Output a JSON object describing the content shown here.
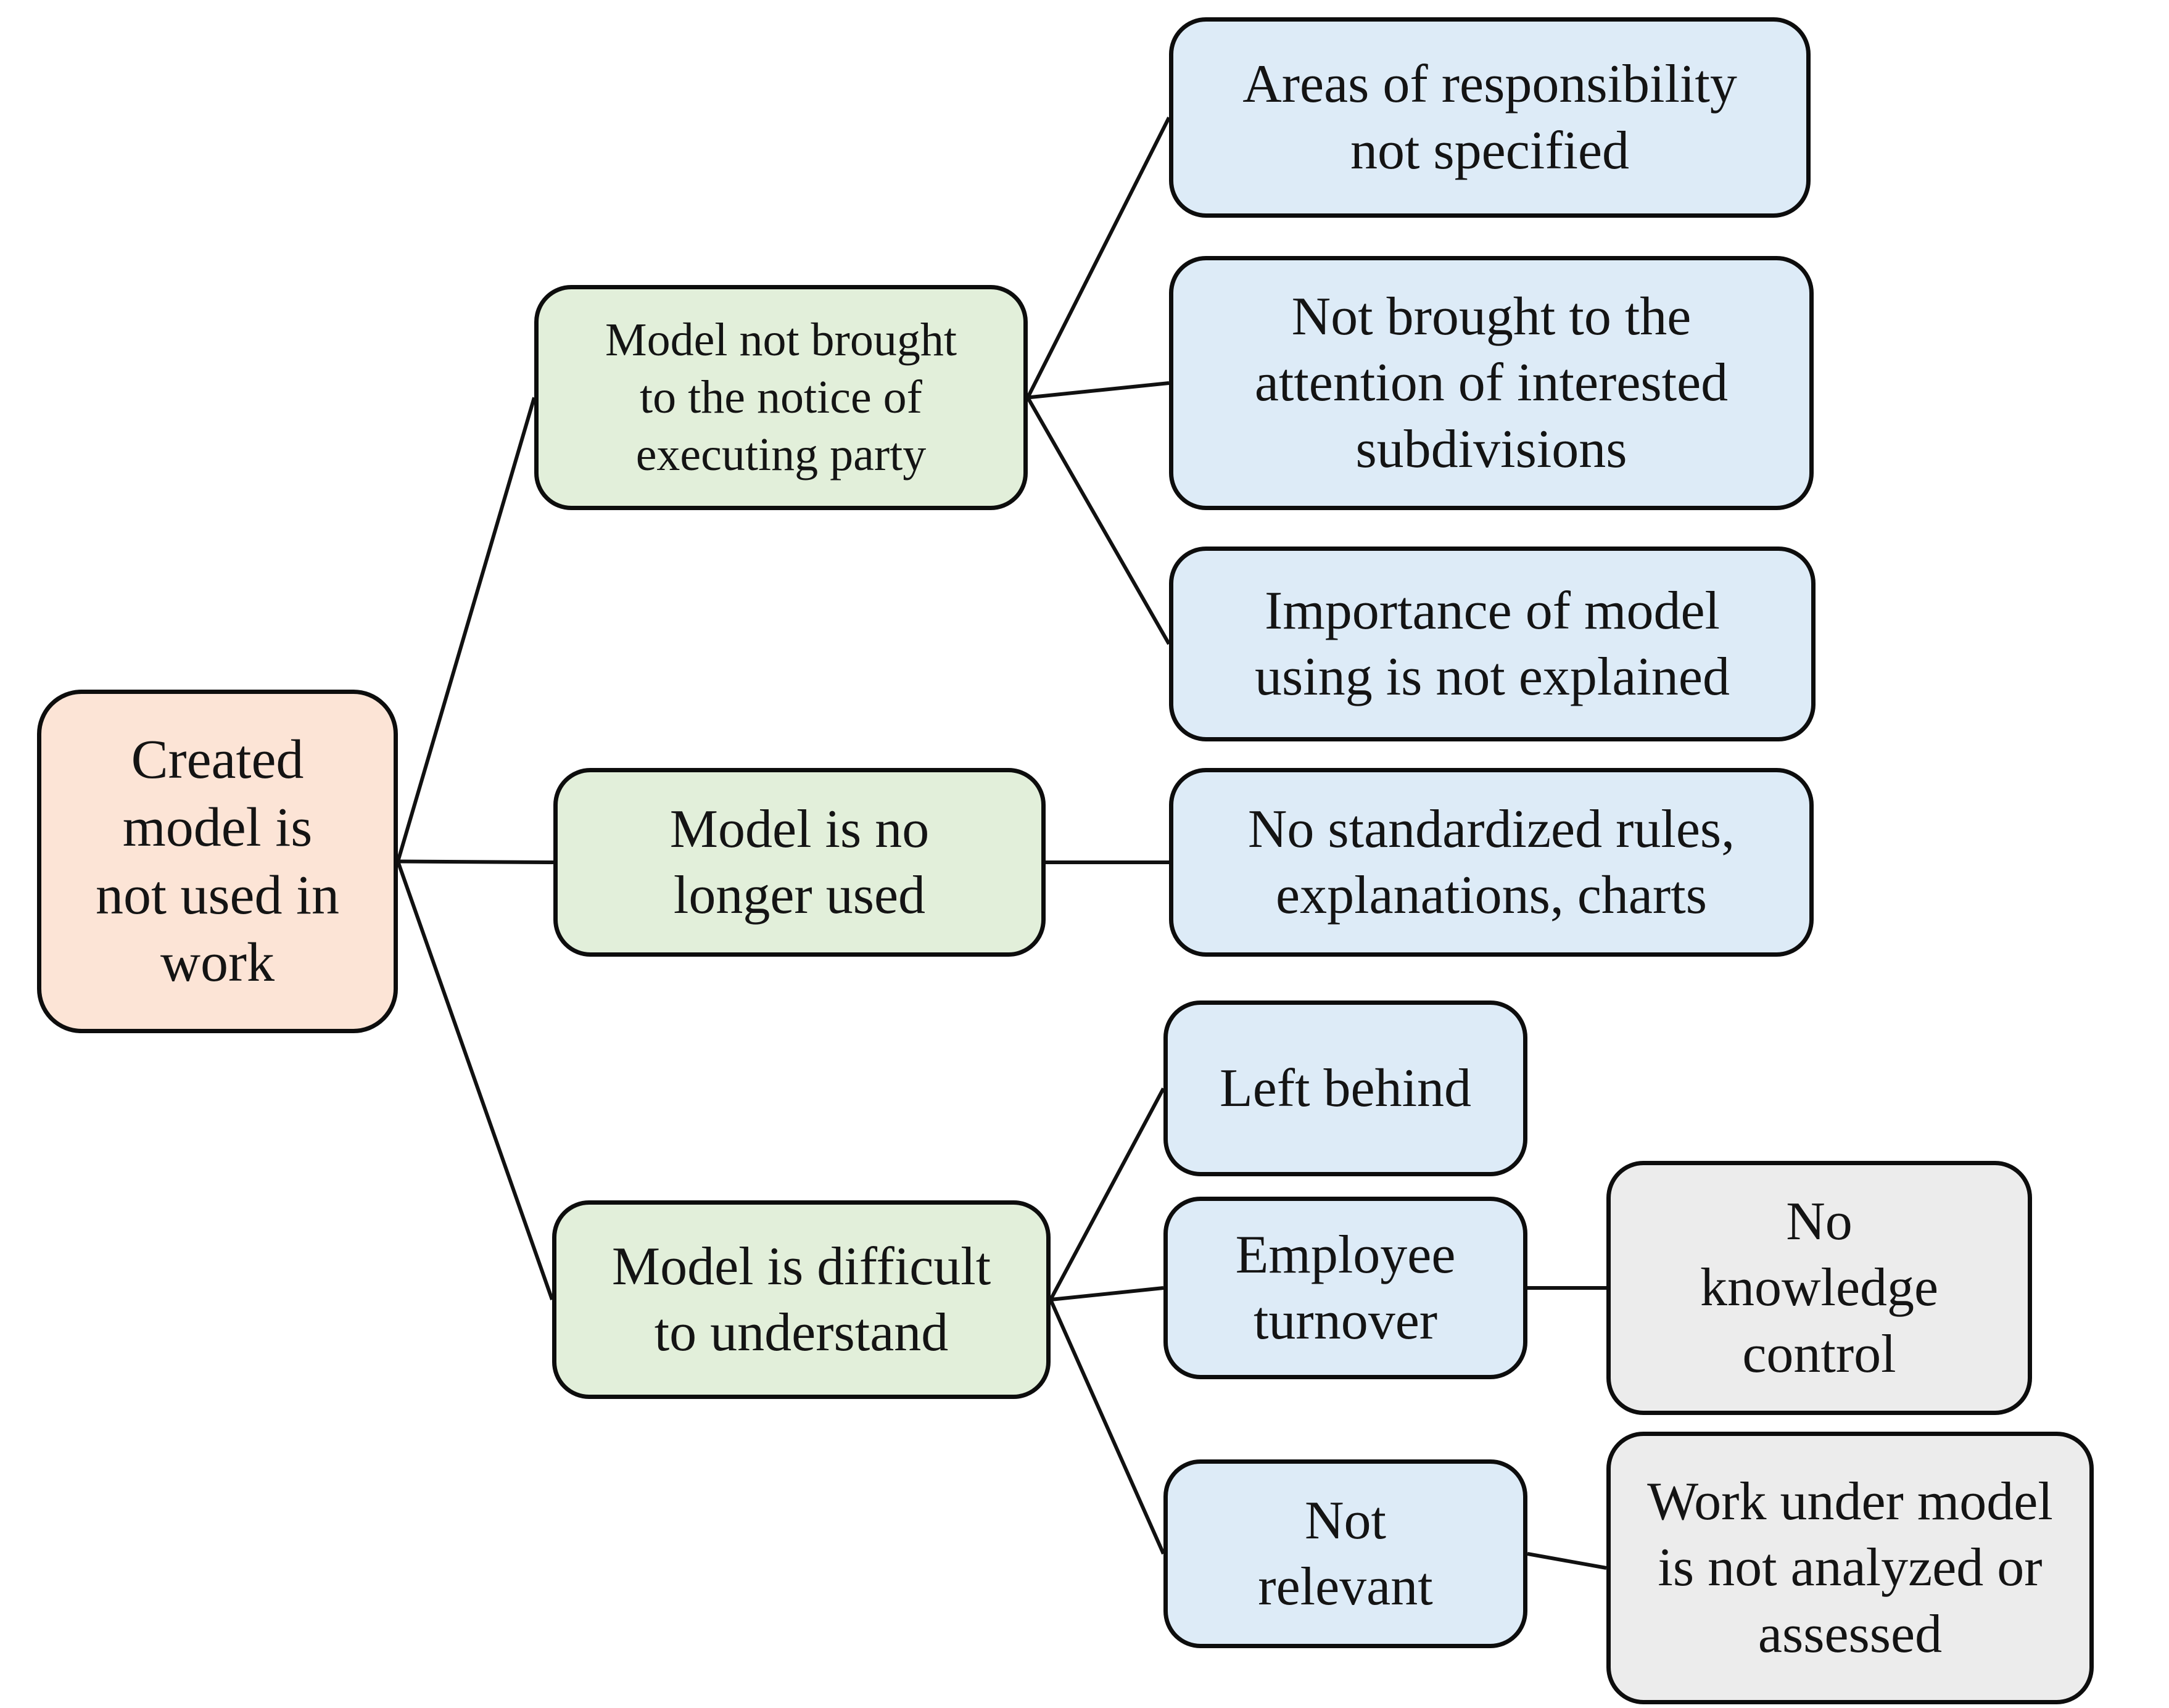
{
  "diagram": {
    "type": "cause-effect tree",
    "edge_color": "#111111",
    "border_color": "#0D0D0D",
    "text_color": "#141414",
    "palette": {
      "root_fill": "#FCE4D6",
      "cause_fill": "#E2EFDA",
      "sub_cause_fill": "#DDEBF7",
      "leaf_fill": "#ECECEC"
    },
    "nodes": {
      "root": {
        "label": "Created\nmodel is\nnot used in\nwork",
        "fill": "#FCE4D6"
      },
      "cause1": {
        "label": "Model not brought\nto the notice of\nexecuting party",
        "fill": "#E2EFDA"
      },
      "cause2": {
        "label": "Model is no\nlonger used",
        "fill": "#E2EFDA"
      },
      "cause3": {
        "label": "Model is difficult\nto understand",
        "fill": "#E2EFDA"
      },
      "sub1": {
        "label": "Areas of responsibility\nnot specified",
        "fill": "#DDEBF7"
      },
      "sub2": {
        "label": "Not brought to the\nattention of interested\nsubdivisions",
        "fill": "#DDEBF7"
      },
      "sub3": {
        "label": "Importance of model\nusing is not explained",
        "fill": "#DDEBF7"
      },
      "sub4": {
        "label": "No standardized rules,\nexplanations, charts",
        "fill": "#DDEBF7"
      },
      "sub5": {
        "label": "Left behind",
        "fill": "#DDEBF7"
      },
      "sub6": {
        "label": "Employee\nturnover",
        "fill": "#DDEBF7"
      },
      "sub7": {
        "label": "Not\nrelevant",
        "fill": "#DDEBF7"
      },
      "leaf1": {
        "label": "No\nknowledge\ncontrol",
        "fill": "#ECECEC"
      },
      "leaf2": {
        "label": "Work under model\nis not analyzed or\nassessed",
        "fill": "#ECECEC"
      }
    },
    "edges": [
      {
        "from": "root",
        "to": "cause1"
      },
      {
        "from": "root",
        "to": "cause2"
      },
      {
        "from": "root",
        "to": "cause3"
      },
      {
        "from": "cause1",
        "to": "sub1"
      },
      {
        "from": "cause1",
        "to": "sub2"
      },
      {
        "from": "cause1",
        "to": "sub3"
      },
      {
        "from": "cause2",
        "to": "sub4"
      },
      {
        "from": "cause3",
        "to": "sub5"
      },
      {
        "from": "cause3",
        "to": "sub6"
      },
      {
        "from": "cause3",
        "to": "sub7"
      },
      {
        "from": "sub6",
        "to": "leaf1"
      },
      {
        "from": "sub7",
        "to": "leaf2"
      }
    ]
  }
}
